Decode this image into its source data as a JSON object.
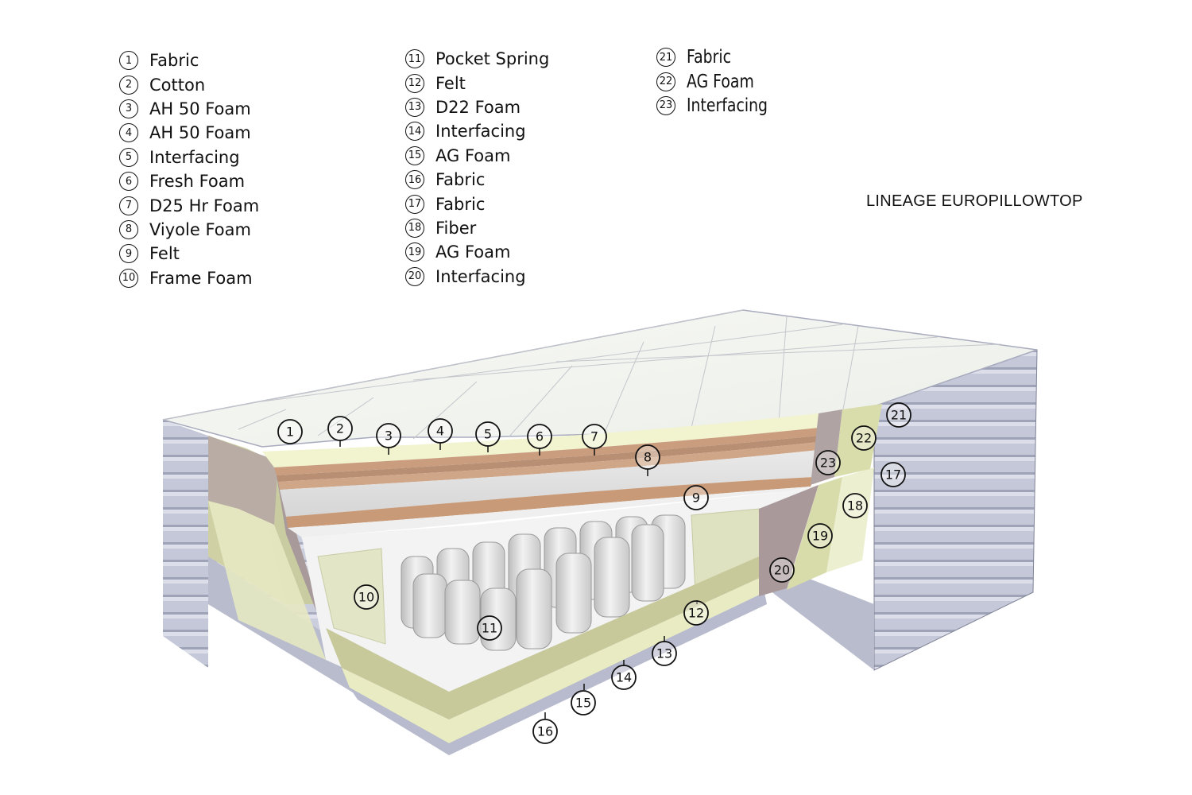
{
  "legend": {
    "column1": [
      {
        "num": "1",
        "label": "Fabric"
      },
      {
        "num": "2",
        "label": "Cotton"
      },
      {
        "num": "3",
        "label": "AH 50 Foam"
      },
      {
        "num": "4",
        "label": "AH 50 Foam"
      },
      {
        "num": "5",
        "label": "Interfacing"
      },
      {
        "num": "6",
        "label": "Fresh Foam"
      },
      {
        "num": "7",
        "label": "D25 Hr Foam"
      },
      {
        "num": "8",
        "label": "Viyole Foam"
      },
      {
        "num": "9",
        "label": "Felt"
      },
      {
        "num": "10",
        "label": "Frame Foam"
      }
    ],
    "column2": [
      {
        "num": "11",
        "label": "Pocket Spring"
      },
      {
        "num": "12",
        "label": "Felt"
      },
      {
        "num": "13",
        "label": "D22 Foam"
      },
      {
        "num": "14",
        "label": "Interfacing"
      },
      {
        "num": "15",
        "label": "AG Foam"
      },
      {
        "num": "16",
        "label": "Fabric"
      },
      {
        "num": "17",
        "label": "Fabric"
      },
      {
        "num": "18",
        "label": "Fiber"
      },
      {
        "num": "19",
        "label": "AG Foam"
      },
      {
        "num": "20",
        "label": "Interfacing"
      }
    ],
    "column3": [
      {
        "num": "21",
        "label": "Fabric"
      },
      {
        "num": "22",
        "label": "AG Foam"
      },
      {
        "num": "23",
        "label": "Interfacing"
      }
    ]
  },
  "product_title": "LINEAGE EUROPILLOWTOP",
  "callouts": [
    "1",
    "2",
    "3",
    "4",
    "5",
    "6",
    "7",
    "8",
    "9",
    "10",
    "11",
    "12",
    "13",
    "14",
    "15",
    "16",
    "17",
    "18",
    "19",
    "20",
    "21",
    "22",
    "23"
  ],
  "colors": {
    "side_fabric": "#c3c6d6",
    "top_fabric": "#f3f5f1",
    "felt_green": "#cfd1a4",
    "foam_cream": "#eef0cc",
    "orange_foam": "#c49a7a",
    "interfacing": "#aa9c9c",
    "spring": "#e4e4e4"
  }
}
